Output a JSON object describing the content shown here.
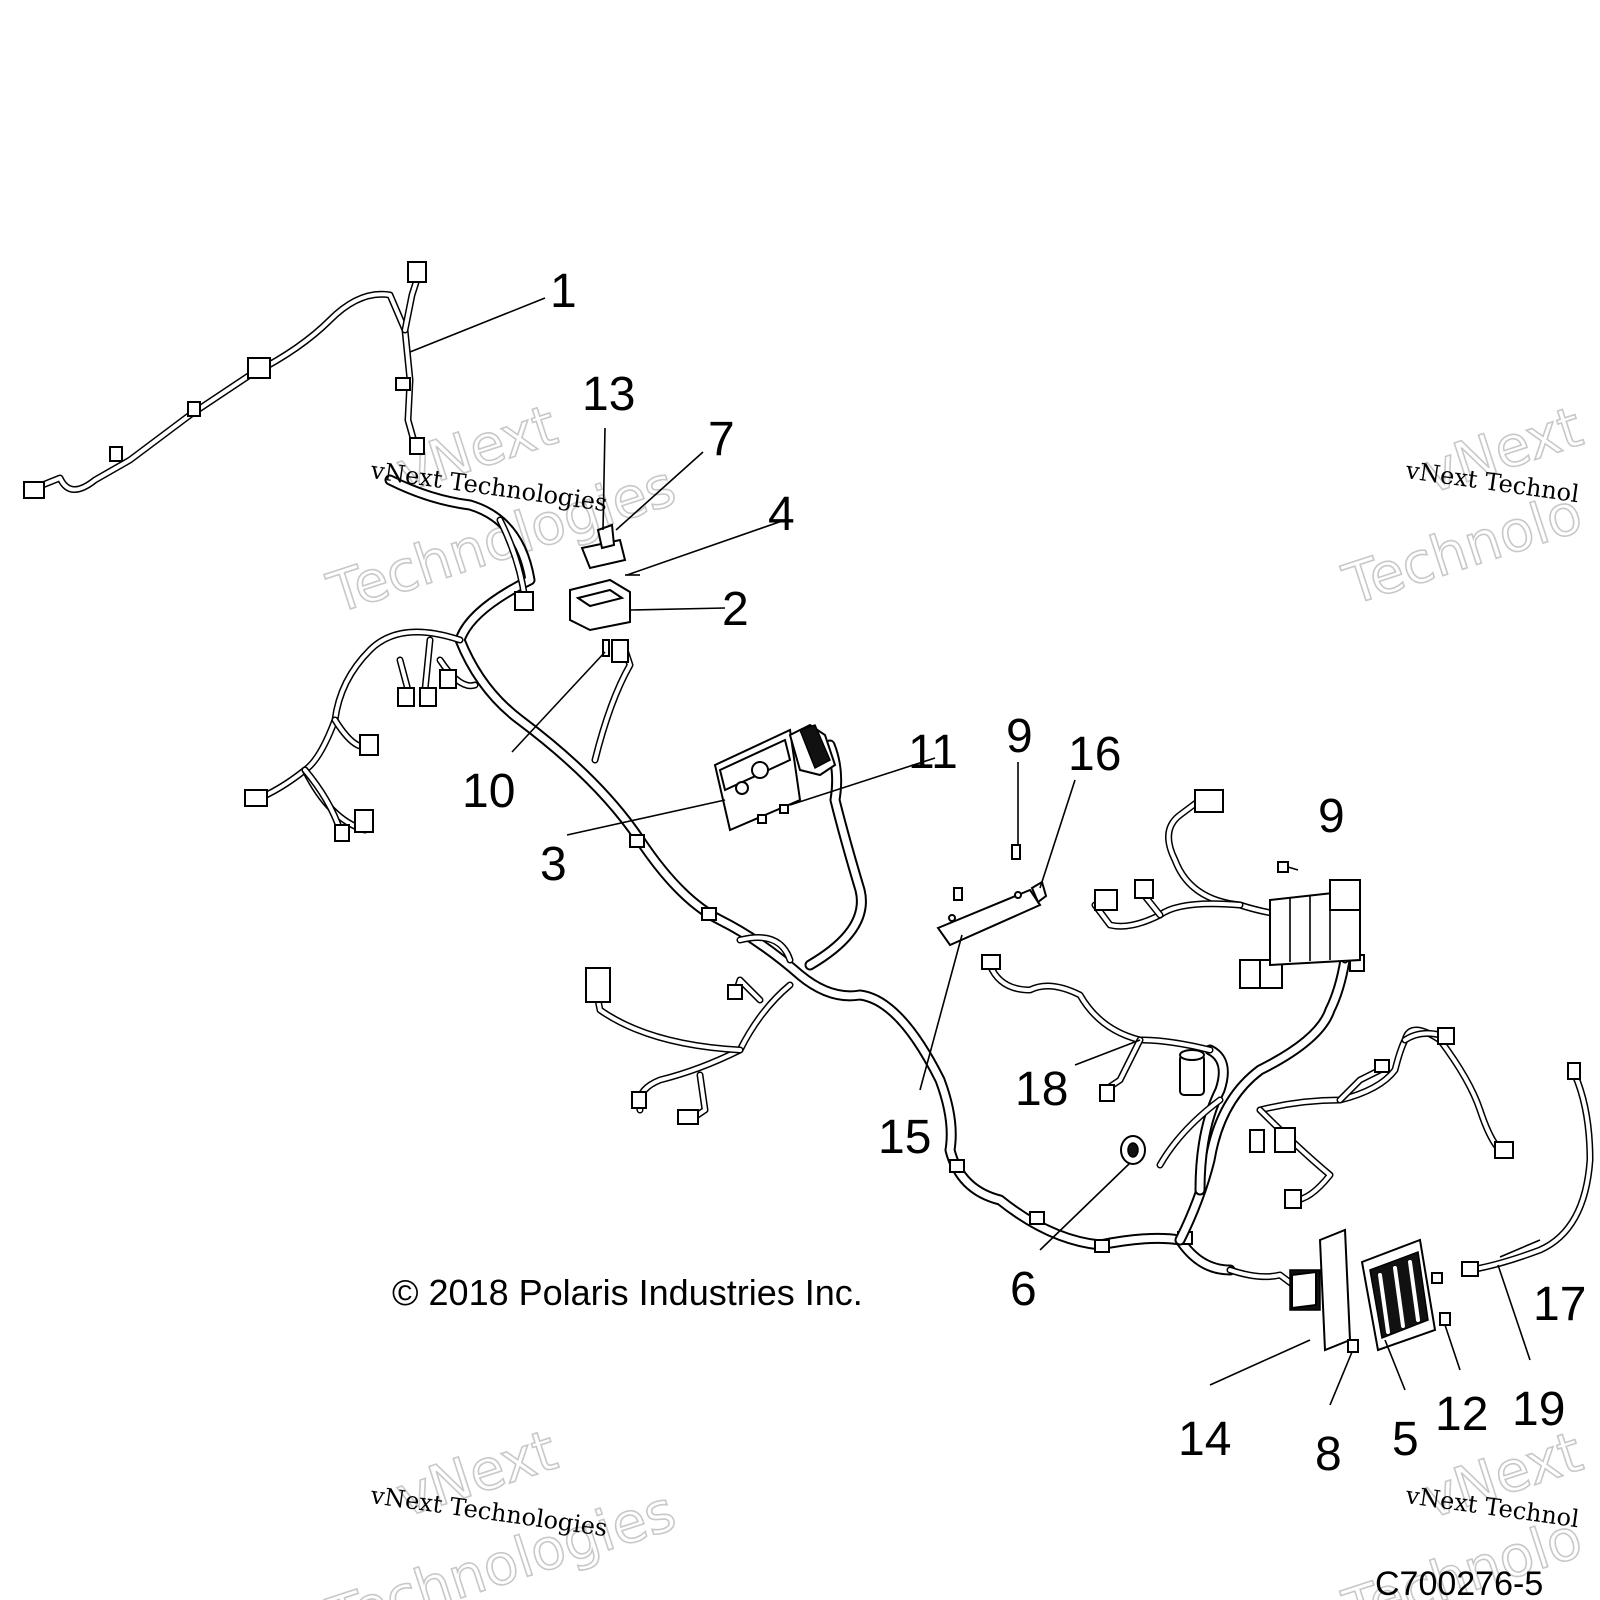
{
  "watermark": {
    "brand": "vNext",
    "company": "vNext Technologies",
    "word": "Technologies",
    "cut_right_company": "vNext Technol",
    "cut_right_word": "Technolo",
    "cut_right_brand": "vNext"
  },
  "copyright": "© 2018 Polaris Industries Inc.",
  "figure_id": "C700276-5",
  "callouts": [
    "1",
    "2",
    "3",
    "4",
    "5",
    "6",
    "7",
    "8",
    "9",
    "9",
    "10",
    "11",
    "12",
    "13",
    "14",
    "15",
    "16",
    "17",
    "18",
    "19"
  ]
}
